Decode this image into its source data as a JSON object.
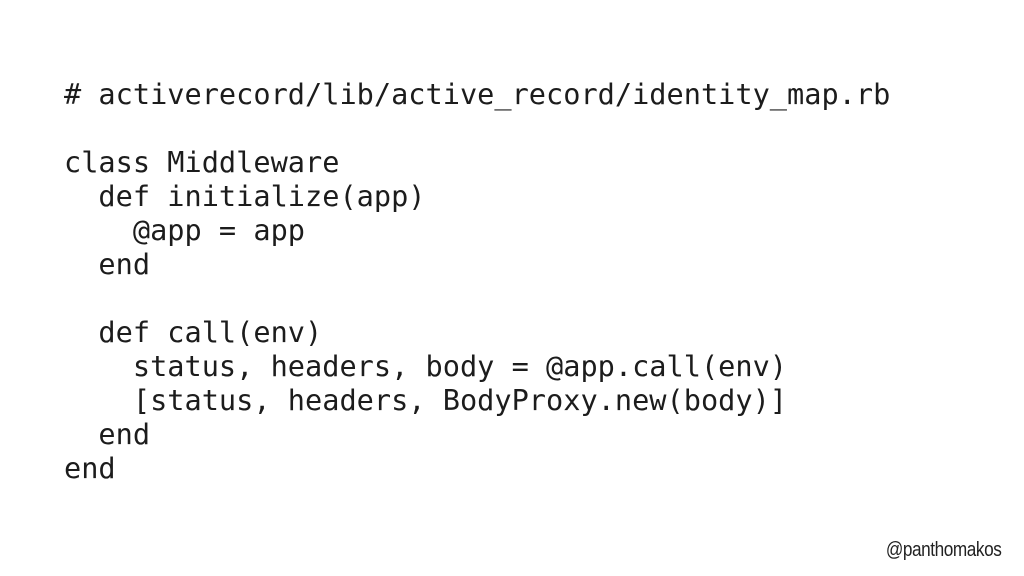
{
  "code": {
    "lines": [
      "# activerecord/lib/active_record/identity_map.rb",
      "",
      "class Middleware",
      "  def initialize(app)",
      "    @app = app",
      "  end",
      "",
      "  def call(env)",
      "    status, headers, body = @app.call(env)",
      "    [status, headers, BodyProxy.new(body)]",
      "  end",
      "end"
    ]
  },
  "footer": {
    "handle": "@panthomakos"
  },
  "colors": {
    "background": "#ffffff",
    "text": "#1c1c1c"
  }
}
